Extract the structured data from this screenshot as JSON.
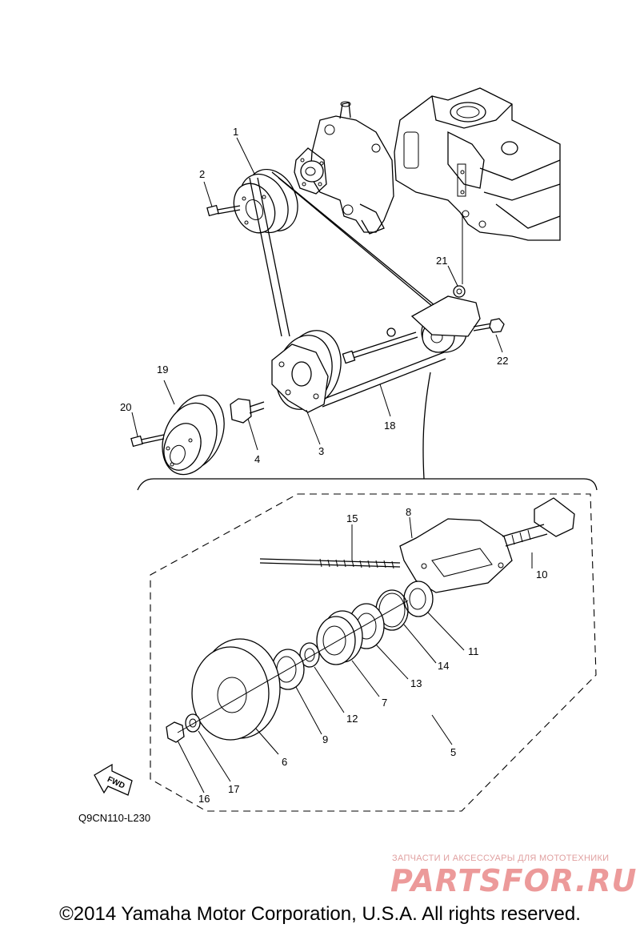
{
  "callouts": [
    "1",
    "2",
    "3",
    "4",
    "5",
    "6",
    "7",
    "8",
    "9",
    "10",
    "11",
    "12",
    "13",
    "14",
    "15",
    "16",
    "17",
    "18",
    "19",
    "20",
    "21",
    "22"
  ],
  "diagram_code": "Q9CN110-L230",
  "fwd_label": "FWD",
  "watermark": {
    "tagline": "ЗАПЧАСТИ И АКСЕССУАРЫ ДЛЯ МОТОТЕХНИКИ",
    "brand": "PARTSFOR.RU"
  },
  "copyright": "©2014 Yamaha Motor Corporation, U.S.A. All rights reserved."
}
